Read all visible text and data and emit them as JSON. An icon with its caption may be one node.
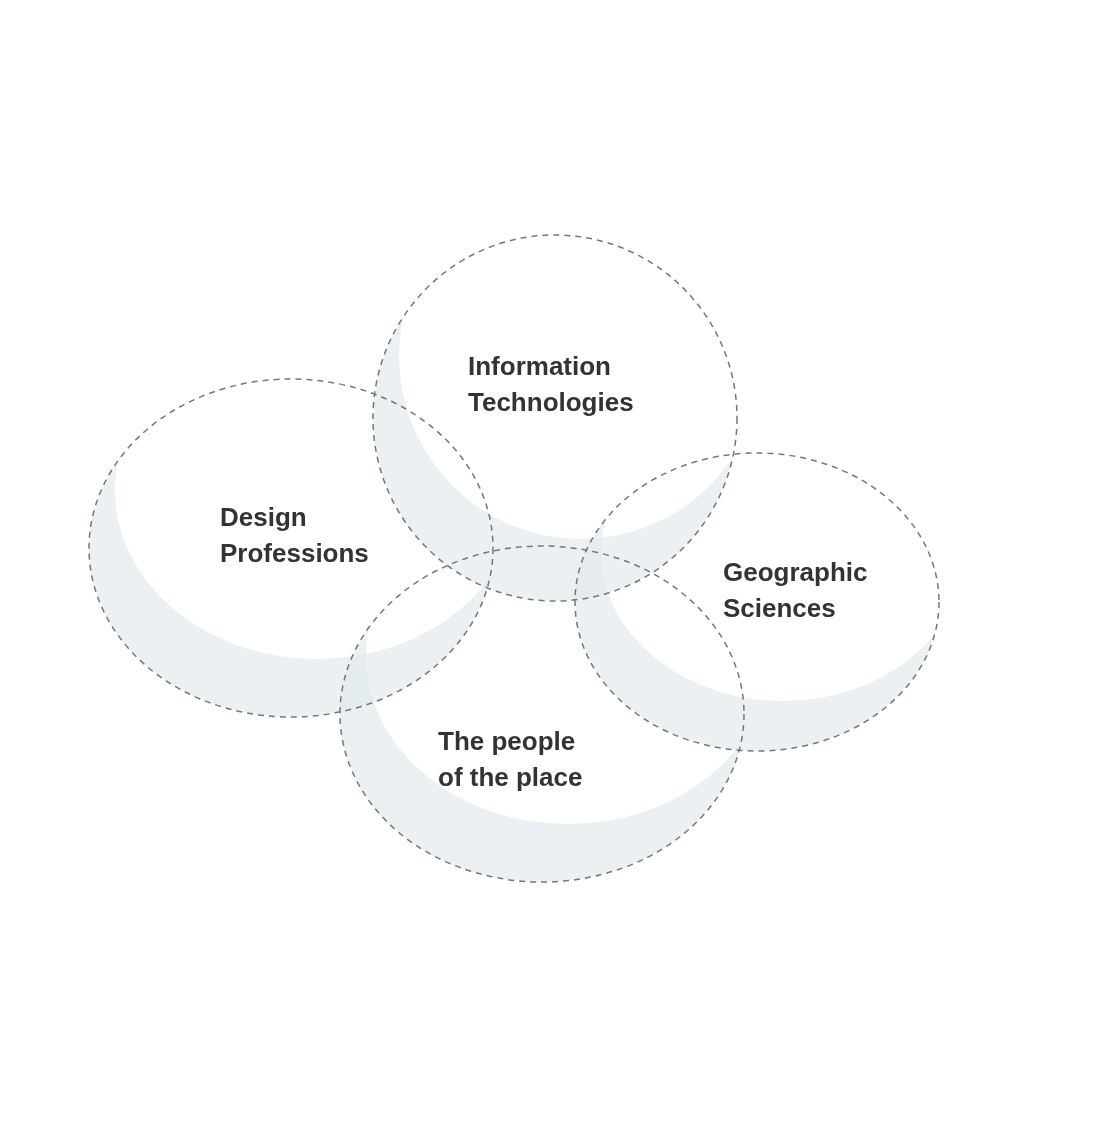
{
  "diagram": {
    "nodes": [
      {
        "text": [
          "Information Technologies"
        ]
      },
      {
        "text": [
          "Design Professions"
        ]
      },
      {
        "text": [
          "Geographic Sciences"
        ]
      },
      {
        "text": [
          "The people of the place"
        ]
      }
    ]
  }
}
